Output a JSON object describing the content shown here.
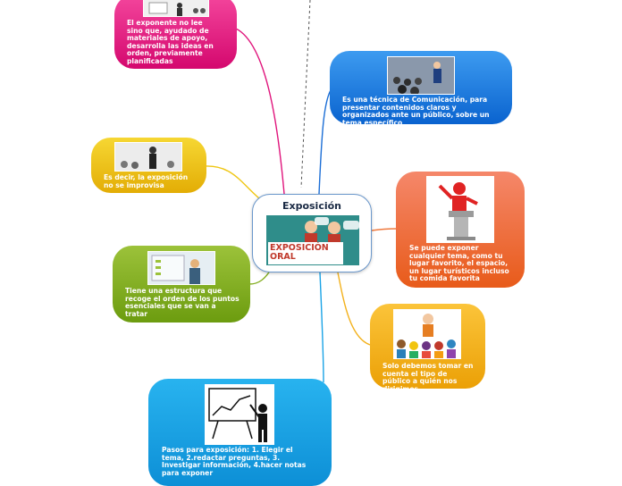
{
  "central": {
    "title": "Exposición",
    "image_text": "EXPOSICIÓN ORAL"
  },
  "nodes": {
    "top_left": {
      "text": "El exponente no lee sino que, ayudado de materiales de apoyo, desarrolla las ideas en orden, previamente planificadas",
      "color": "#e5157f"
    },
    "top_right": {
      "text": "Es una técnica de Comunicación, para presentar contenidos claros y organizados ante un público, sobre un tema específico",
      "color": "#1e7fe0"
    },
    "left_upper": {
      "text": "Es decir, la exposición no se improvisa",
      "color": "#edc20f"
    },
    "right_middle": {
      "text": "Se puede exponer cualquier tema, como tu lugar favorito, el espacio, un lugar turísticos incluso tu comida favorita",
      "color": "#ee6f3f"
    },
    "left_lower": {
      "text": "Tiene una estructura que recoge el orden de los puntos esenciales que se van a tratar",
      "color": "#84ae22"
    },
    "bottom_right": {
      "text": "Solo debemos tomar en cuenta el tipo de público a quién nos dirigimos",
      "color": "#f3b11c"
    },
    "bottom": {
      "text": "Pasos para exposición: 1. Elegir el tema, 2.redactar preguntas, 3. Investigar información, 4.hacer notas para exponer",
      "color": "#1aa3e6"
    }
  },
  "links": [
    {
      "to": "top_left",
      "color": "#e0157c"
    },
    {
      "to": "top_right",
      "color": "#1d6fd6"
    },
    {
      "to": "left_upper",
      "color": "#efc613"
    },
    {
      "to": "right_middle",
      "color": "#ef7a3f"
    },
    {
      "to": "left_lower",
      "color": "#84ae22"
    },
    {
      "to": "bottom_right",
      "color": "#f3b11c"
    },
    {
      "to": "bottom",
      "color": "#1aa3e6"
    }
  ],
  "icons": [
    "presenter-icon",
    "audience-icon",
    "lectern-speaker-icon",
    "whiteboard-teacher-icon",
    "children-audience-icon",
    "chart-presenter-icon"
  ]
}
